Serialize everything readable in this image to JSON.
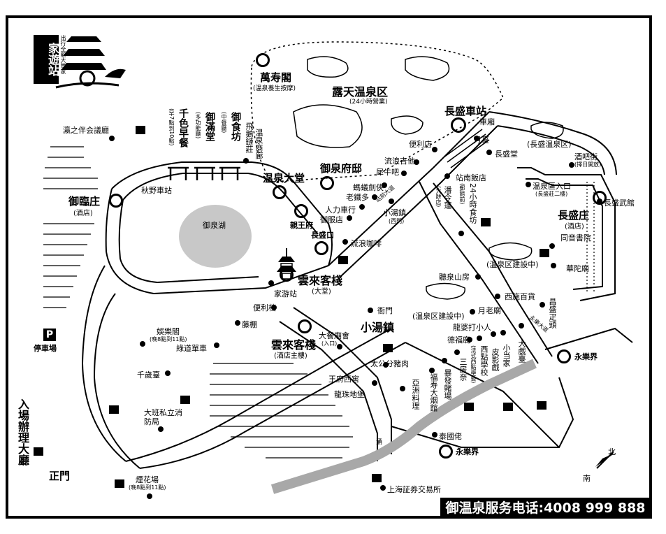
{
  "logo": {
    "name": "家遊站",
    "tagline": "出行全能大管家"
  },
  "hotels": {
    "wanshou": {
      "name": "萬寿閣",
      "sub": "(温泉養生按摩)"
    },
    "lutian": {
      "name": "露天温泉区",
      "sub": "(24小時營業)"
    },
    "changsheng_station": "長盛車站",
    "yulinzhuang": {
      "name": "御臨庄",
      "sub": "(酒店)"
    },
    "changshengzhuang": {
      "name": "長盛庄",
      "sub": "(酒店)"
    },
    "yunlai_hall": {
      "name": "雲來客棧",
      "sub": "(大堂)"
    },
    "yunlai_main": {
      "name": "雲來客棧",
      "sub": "(酒店主樓)"
    },
    "wenquan_hall": "温泉大堂",
    "yuquan_fu": "御泉府邸",
    "qinwang_fu": "親王府",
    "changsheng_kou": "長盛口",
    "xiaotang_town": "小湯鎮",
    "yonglejie": "永樂界",
    "yonglejie2": "永樂界"
  },
  "dining": {
    "qianse": {
      "name": "千色早餐",
      "sub": "(早7點到10點)"
    },
    "yuman": {
      "name": "御滿堂",
      "sub": "(多功能廳)"
    },
    "yushi": {
      "name": "御食坊",
      "sub": "(中餐廳)"
    }
  },
  "pois": {
    "yingzhi": "瀛之伴会議廳",
    "qiuye": "秋野車站",
    "yuquan_lake": "御泉湖",
    "feie": "飛鵝鏈莊",
    "wenquan_shang": "温泉商廊",
    "bianli1": "便利店",
    "liulang_ji": "流浪吉他",
    "xiniuba": "犀牛吧",
    "mayi": "螞蟻劍俠",
    "laotie": "老鐵多",
    "renli": "人力車行",
    "yufu": "御服店",
    "xiaotang_zhen": "小湯鎮",
    "xiaotang_west": "(西門)",
    "liulang_kafei": "流浪咖啡",
    "zhan_road": "站前大道",
    "zhannan": "站南飯店",
    "panjin": "潘今蓮",
    "panjin_sub": "(大餅店)",
    "shipin24": "24小時食坊",
    "shipin24_sub": "(郵館前)",
    "yuetai": "月臺",
    "chexiang": "車廂",
    "changsheng_tang": "長盛堂",
    "changsheng_hot": "(長盛温泉区)",
    "jiuba": "酒吧街",
    "jiuba_sub": "(擇日開放)",
    "quru": "温泉區入口",
    "quru_sub": "(長盛莊二樓)",
    "changsheng_wuguan": "長盛武館",
    "tongyin": "同音書院",
    "huatuo": "華陀廟",
    "jianshe1": "(温泉区建設中)",
    "jianshe2": "(温泉区建設中)",
    "tingquan": "聽泉山房",
    "xishi": "西施百貨",
    "yuelao": "月老廟",
    "changsheng_ting": "昌盛疋頭",
    "yamen": "衙門",
    "bianli2": "便利档",
    "jiayou": "家游站",
    "yanpeng": "藤棚",
    "yule": "娛樂閣",
    "yule_sub": "(晚8點到11點)",
    "ludao": "綠道單車",
    "dacan": "大餐廟會",
    "dacan_sub": "(入口)",
    "taigong": "太公分豬肉",
    "longpo": "龍婆打小人",
    "defu": "德福廟",
    "dagu": "大戲臺",
    "xiaodang": "小当家",
    "piying": "皮影戲",
    "xidian": "西點學校",
    "xidian_sub": "(法式西點學藝)",
    "sanfang": "三房奈",
    "baofa": "暴發賭場",
    "fushou": "福寿大烟館",
    "yazhou": "亞洲料理",
    "wangfu": "王府西窖",
    "longzhu": "龍珠地堡",
    "qiansui": "千歲臺",
    "dabanlian": "大班私立消防局",
    "yanhua": "煙花場",
    "yanhua_sub": "(晚8點到11點)",
    "taiguolao": "泰國佬",
    "shanghai": "上海証券交易所",
    "parking": "停車場",
    "entry": "入場辦理大廳",
    "gate": "正門",
    "yongle_road": "永樂大道",
    "river": "涌"
  },
  "compass": {
    "north": "北",
    "south": "南"
  },
  "phone": "御温泉服务电话:4008 999 888"
}
